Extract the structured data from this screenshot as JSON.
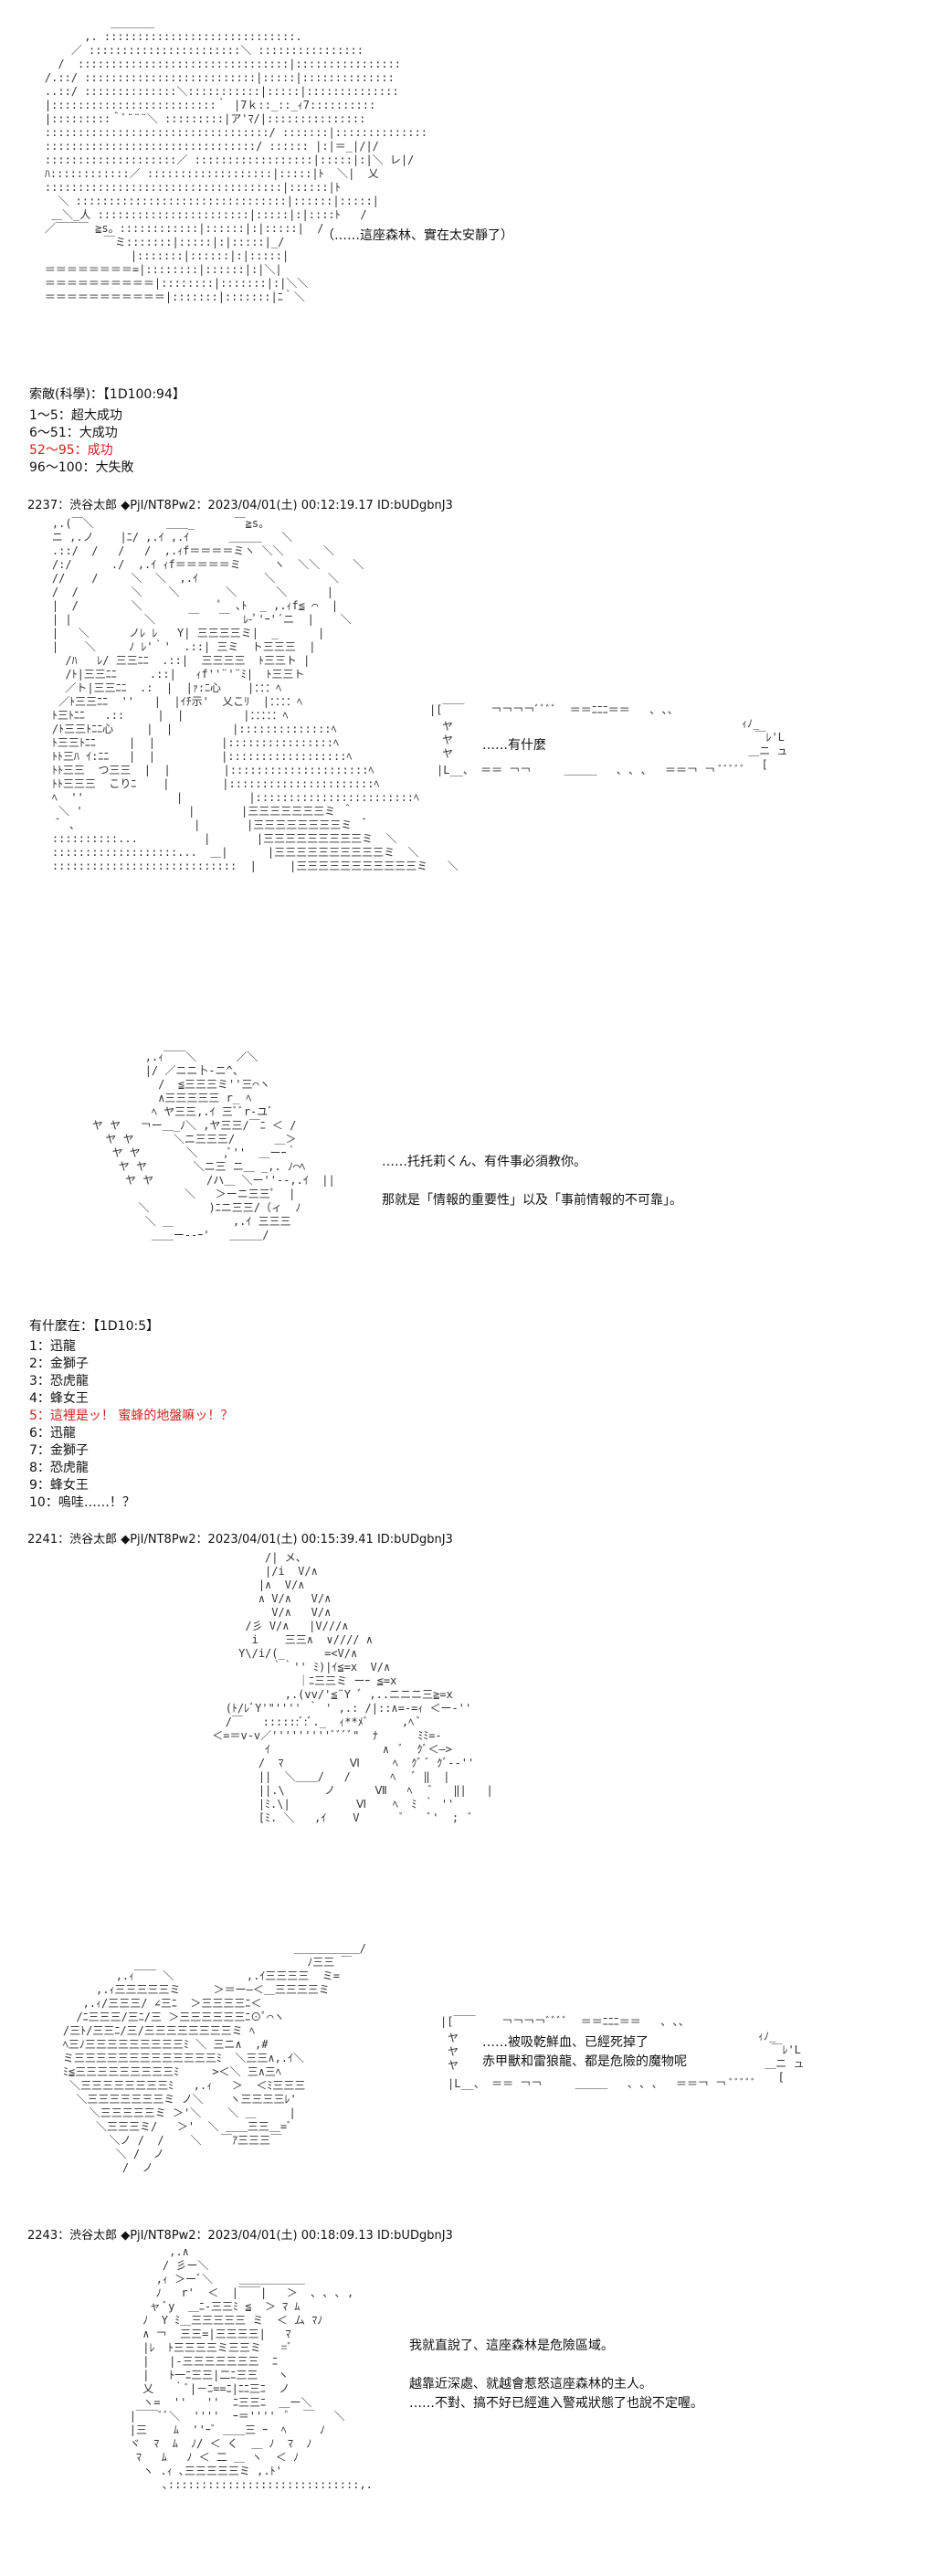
{
  "colors": {
    "text": "#111111",
    "art": "#333333",
    "highlight": "#d61f1f"
  },
  "scene1": {
    "art": "              ＿＿＿＿\n          ,. :::::::::::::::::::::::::::::.\n        ／ :::::::::::::::::::::::＼ ::::::::::::::::\n      /  ::::::::::::::::::::::::::::::::|::::::::::::::::\n    /.::/ ::::::::::::::::::::::::::|:::::|::::::::::::::\n    ..::/ ::::::::::::::＼:::::::::::|:::::|::::::::::::::\n    |:::::::::::::::::::::::::｀ |7ｋ::_::_ｨ7::::::::::\n    |:::::::::＾ﾞ¨¨¨＼ :::::::::|ア'ﾏ/|:::::::::::::::\n    ::::::::::::::::::::::::::::::::::/ :::::::|::::::::::::::\n    ::::::::::::::::::::::::::::::::/ :::::: |:|＝_|/|/\n    ::::::::::::::::::::／ ::::::::::::::::::|:::::|:|＼ レ|/\n    ﾊ::::::::::::／ :::::::::::::::::::|:::::|ﾄ  ＼|  乂\n    ::::::::::::::::::::::::::::::::::::|::::::|ﾄ\n      ＼ ::::::::::::::::::::::::::::::::|::::::|:::::|\n     ＿＼_人 :::::::::::::::::::::::|:::::|:|::::ﾄ   /\n    ／￣￣￣ ≧s。::::::::::::|::::::|:|:::::|  /\n             ￣ミ:::::::|:::::|:|:::::|_/\n                 |:::::::|::::::|:|:::::|\n    ＝＝＝＝＝＝＝＝=|::::::::|::::::|:|＼|\n    ＝＝＝＝＝＝＝＝＝＝|::::::::|:::::::|:|＼＼\n    ＝＝＝＝＝＝＝＝＝＝＝|:::::::|:::::::|ﾆ｀＼",
    "thought": "（……這座森林、實在太安靜了）",
    "dice_title": "索敵(科學)：【1D100:94】",
    "results": [
      {
        "text": "1～5：超大成功",
        "highlight": false
      },
      {
        "text": "6～51：大成功",
        "highlight": false
      },
      {
        "text": "52～95：成功",
        "highlight": true
      },
      {
        "text": "96～100：大失敗",
        "highlight": false
      }
    ]
  },
  "post1": {
    "header": "2237：渋谷太郎 ◆PjI/NT8Pw2：2023/04/01(土) 00:12:19.17 ID:bUDgbnJ3",
    "art": "    ,.(￣＼           ＿＿_      ￣≧s。\n    ニ ,.ノ    |ﾆ/ ,.ｲ ,.ｲ      ＿＿＿   ＼\n    .::/  /   /   /  ,.ｨf＝＝＝＝ミヽ ＼＼      ＼\n    /:/      ./  ,.ｲ ｨf＝＝＝＝＝ミ     ヽ  ＼＼     ＼\n    //    /     ＼  ＼  ,.ｲ          ＼        ＼\n    /  /        ＼    ＼       ＼      ＼      |\n    |  /        ＼            ﾟ  ､ﾄ  _ ,.ｨf≦ ⌒  |\n    | |           ＼     ￣   ￣  ﾚ-ﾟ'ｰ'´ニ  |    ＼\n    |   ＼      ノﾚ ﾚ   Y| 三三三三ミ|  _      |\n    |    ＼     ﾉ ﾚ'｀'  .::| 三ミ  ト三三三  |\n      /ﾊ   ﾚ/ 三三ﾆﾆ  .::|  三三三三  ﾄ三三ト |\n      /ﾄ|三三ﾆﾆ     .::|   ｨf''¨'¨ﾐ|  ﾄ三三ト\n      ／ト|三三ﾆﾆ  .:  |  |ｧ:ﾆ心    |：：：ﾍ\n     ／ﾄ三三ﾆﾆ  ''   |  |ｲﾁ示'  乂こﾘ  |：：：：ﾍ\n    ﾄ三ﾄﾆﾆ   .::     |  |         |：：：：：ﾍ\n    /ﾄ三三ﾄﾆﾆ心     |  |         |::::::::::::::ﾍ\n    ﾄ三三ﾄﾆﾆ     |  |          |::::::::::::::::ﾍ\n    ﾄﾄ三ﾊ ｲ:ﾆﾆ   |  |          |::::::::::::::::::ﾍ\n    ﾄﾄ三三  つ三三  |  |        |:::::::::::::::::::::ﾍ\n    ﾄﾄ三三三  こりﾆ    |        |::::::::::::::::::::::ﾍ\n    ﾍ  ''              |          |::::::::::::::::::::::::ﾍ\n     ＼ '                |       |三三三三三三三ミ ＾\n    ＾ ､                  |       |三三三三三三三三ミ ＾\n    ::::::::::...          |       |三三三三三三三三三ミ  ＼\n    :::::::::::::::::::...  ＿|      |三三三三三三三三三三ミ  ＼\n    ::::::::::::::::::::::::::::  |     |三三三三三三三三三三三ミ   ＼",
    "box_top": "|[￣￣    ￢￢￢￢ﾞﾞﾞﾞ  ＝＝ﾆﾆﾆ＝＝   ､ ､、",
    "box_side_left": "ヤ\nヤ\nヤ",
    "line": "……有什麼",
    "box_side_right": "ｨﾉ_\n  ￣ﾚ'L\n ＿ニ ュ\n   [",
    "box_bottom": "|L__、 ＝＝ ￢￢     ＿＿＿   ､ ､ 、  ＝＝￢ ￢ ﾞﾞﾞﾞﾞ"
  },
  "scene2": {
    "art": "            ,.ｨ￣￣＼      ／＼\n            |/ ／ニニ卜-ニ^、\n              /  ≦三三三ミ''三⌒ヽ\n              ∧三三三三三 r_ ﾍ\n             ﾍ ヤ三三,.ｲ 三ﾞﾞr-ユﾞ\n    ヤ ヤ   ￢ー＿_ﾉ＼ ,ヤ三三/￣ﾆ ＜ /\n      ヤ ヤ      ＼ニ三三三/      ＿＞\n       ヤ ヤ       ＼    ,ﾞ''  ＿ーｰ｀\n        ヤ ヤ       ＼ニ三 ニ＿ _,. ﾉ⌒ﾍ\n         ヤ ヤ        /ハ＿ ＼ー''--,.ｲ  ||\n                  ＼   ＞ーニ三三ﾟ  |\n           ＼         )ﾆニ三三/（ィ  ﾉ\n            ＼ ＿         ,.ｲ 三三三\n             ＿＿ー--ｰ'   ＿＿＿/",
    "lines": "……托托莉くん、有件事必須教你。\n\n那就是「情報的重要性」以及「事前情報的不可靠」。",
    "dice_title": "有什麼在：【1D10:5】",
    "results": [
      {
        "text": "1：迅龍",
        "highlight": false
      },
      {
        "text": "2：金獅子",
        "highlight": false
      },
      {
        "text": "3：恐虎龍",
        "highlight": false
      },
      {
        "text": "4：蜂女王",
        "highlight": false
      },
      {
        "text": "5：這裡是ッ！ 蜜蜂的地盤嘛ッ！？",
        "highlight": true
      },
      {
        "text": "6：迅龍",
        "highlight": false
      },
      {
        "text": "7：金獅子",
        "highlight": false
      },
      {
        "text": "8：恐虎龍",
        "highlight": false
      },
      {
        "text": "9：蜂女王",
        "highlight": false
      },
      {
        "text": "10：嗚哇……！？",
        "highlight": false
      }
    ]
  },
  "post2": {
    "header": "2241：渋谷太郎 ◆PjI/NT8Pw2：2023/04/01(土) 00:15:39.41 ID:bUDgbnJ3",
    "art1": "                  /| メ、\n                  |/i  V/∧\n                 |∧  V/∧\n                 ∧ V/∧   V/∧\n                   V/∧   V/∧\n               /彡 V/∧   |V///∧\n                i    三三∧  ∨//// ∧\n              Y\\/i/(_      =<V/∧\n                   ｀｀'' ﾐ)|ｲ≦=x  V/∧\n                       ｜ﾆ三三ミ ーｰ ≦=x\n                     ,.(vv/'≦¨Y ﾞ ,..ニニニ三≧=x\n            (ﾄ/ﾚﾞY'\"'''' ｀ ' ,.: /|::∧=-=ｨ ＜ー-''\n            /￣   ::::::ﾞ:ﾞ._  ｨ**ﾒﾞ     ,ﾍ ﾞ\n          ＜=＝v-v／'''''''''ﾞﾞﾞﾞ\"  ﾅ      ﾐﾐ=-\n                  ｲ                 ∧  ﾞ  ｸﾞ＜―>\n                 /  ﾏ          Ⅵ     ﾍ  ｸﾞ ﾞ ｸﾞ-‐''\n                 ||  ＼＿＿/   /      ﾍ   ﾞ ‖  |\n                 ||.\\      ノ      Ⅶ   ﾍ   ﾞ   ‖|   |\n                 |ﾐ.\\|          Ⅵ    ﾍ  ﾐ ｀ ''\n                 [ﾐ. ＼   ,ｲ    V      ﾞ    ﾞ'  ;  ﾞ",
    "art2": "                                       ＿＿＿＿＿＿/\n                                         ﾉ三三 ￣\n            ,.ｨ￣￣ ＼           ,.ｲ三三三三  ミ=\n         ,.ｨ三三三三三ミ     ＞＝ー―＜＿三三三三ミ\n       ,.ｨ/三三三/ ∠三ﾆ  ＞三三三三ﾆ＜\n      /ﾆ三三三/三ﾆ/三 ＞三三三三三三ﾆ⊙ﾟ⌒ヽ\n    /三ﾄ/三三ﾆ/三/三三三三三三三三ミ ﾍ\n    ﾍ三ﾉ三三三三三三三三三ﾐ ＼ 三ニ∧  ,#\n    ミ三三三三三三三三三三三三三ﾐ  ＼三三∧,.ｲ＼\n    ﾐ≦三三三三三三三三三ﾐ     >＜＼ 三∧三ﾍ\n     ＼三三三三三三三三ﾐ   ,.ｨ   ＞  ＜ﾐ三三三\n      ＼三三三三三三三ミ ノ＼    ヽ三三三三ﾚ'\n        ＼三三三三三ミ ＞'＼    ＼ ＿     |\n         ＼三三三ミ/   ＞'  ＼ ＿＿三三＿=ﾞ\n           ＼ノ /  /    ＼   ￣ｱ三三三￣\n            ＼ /  ノ\n             /  ノ",
    "box_top": "|[￣￣    ￢￢￢￢ﾞﾞﾞﾞ  ＝＝ﾆﾆﾆ＝＝   ､ ､、",
    "box_side_left": "ヤ\nヤ\nヤ",
    "lines": "……被吸乾鮮血、已經死掉了\n赤甲獸和雷狼龍、都是危險的魔物呢",
    "box_side_right": "ｨﾉ_\n  ￣ﾚ'L\n ＿ニ ュ\n   [",
    "box_bottom": "|L__、 ＝＝ ￢￢     ＿＿＿   ､ ､ 、  ＝＝￢ ￢ ﾞﾞﾞﾞﾞ"
  },
  "post3": {
    "header": "2243：渋谷太郎 ◆PjI/NT8Pw2：2023/04/01(土) 00:18:09.13 ID:bUDgbnJ3",
    "art": "              ,.∧\n             / 彡ー＼\n            ,ｨ ＞ーﾞ＼    ＿＿＿＿＿＿\n            ﾉ   r'  ＜  |￣￣|   ＞  ､ ､ ､ ,\n           ャ ﾞy  ＿ﾆ-三三ﾐ ≦  ＞ ﾏ ﾑ\n          ﾉ  Y ﾐ＿三三三三三 ミ  ＜ ム ﾏﾉ\n          ∧ ￢  三三=|三三三三|   ﾏ\n          |ﾚ  ﾄ三三三三ミ三三ミ   =ﾞ\n          |   |-三三三三三三三  ﾆ\n          |   ﾄ一ﾆ三三|二ﾆ三三   ヽ\n          乂   ｀ﾞ|－ﾆ==ﾆ|ﾆﾆ三ﾆ  ノ\n          ヽ=  ''   ''  ﾆ三三ﾆ  ＿ー＼\n        |￣￣ﾞﾞ＼  ''''  ｰ＝''''  ﾞ  ￣   ＼\n        |三    ﾑ  ''ｰﾞ ＿＿三 ｰ  ﾍ     ﾉ\n        ヾ  ﾏ  ﾑ  ﾉ/ ＜ く  ＿ ﾉ  ﾏ  ﾉ\n         ﾏ   ﾑ   ﾉ ＜ 二 ＿ ヽ  ＜ ﾉ\n          ヽ .ｨ ､三三三三三ミ ,.ﾄ'\n             ､:::::::::::::::::::::::::::::,.",
    "lines": "我就直說了、這座森林是危險區域。\n\n越靠近深處、就越會惹怒這座森林的主人。\n……不對、搞不好已經進入警戒狀態了也說不定喔。"
  }
}
